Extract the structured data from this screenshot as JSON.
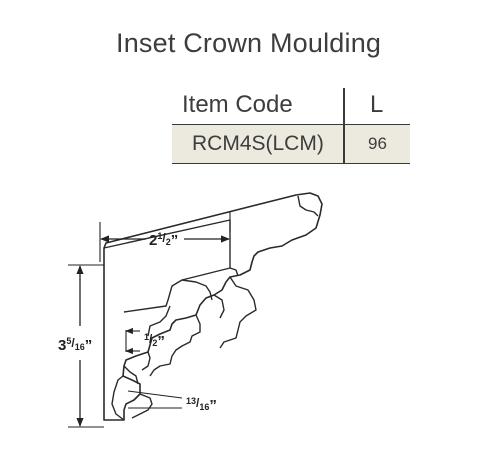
{
  "title": "Inset Crown Moulding",
  "table": {
    "col_code": "Item  Code",
    "col_length": "L",
    "item_code": "RCM4S(LCM)",
    "length": "96"
  },
  "dimensions": {
    "width_whole": "2",
    "width_num": "1",
    "width_den": "2",
    "width_unit": "”",
    "height_whole": "3",
    "height_num": "5",
    "height_den": "16",
    "height_unit": "”",
    "step_num": "1",
    "step_den": "2",
    "step_unit": "”",
    "base_num": "13",
    "base_den": "16",
    "base_unit": "”"
  }
}
